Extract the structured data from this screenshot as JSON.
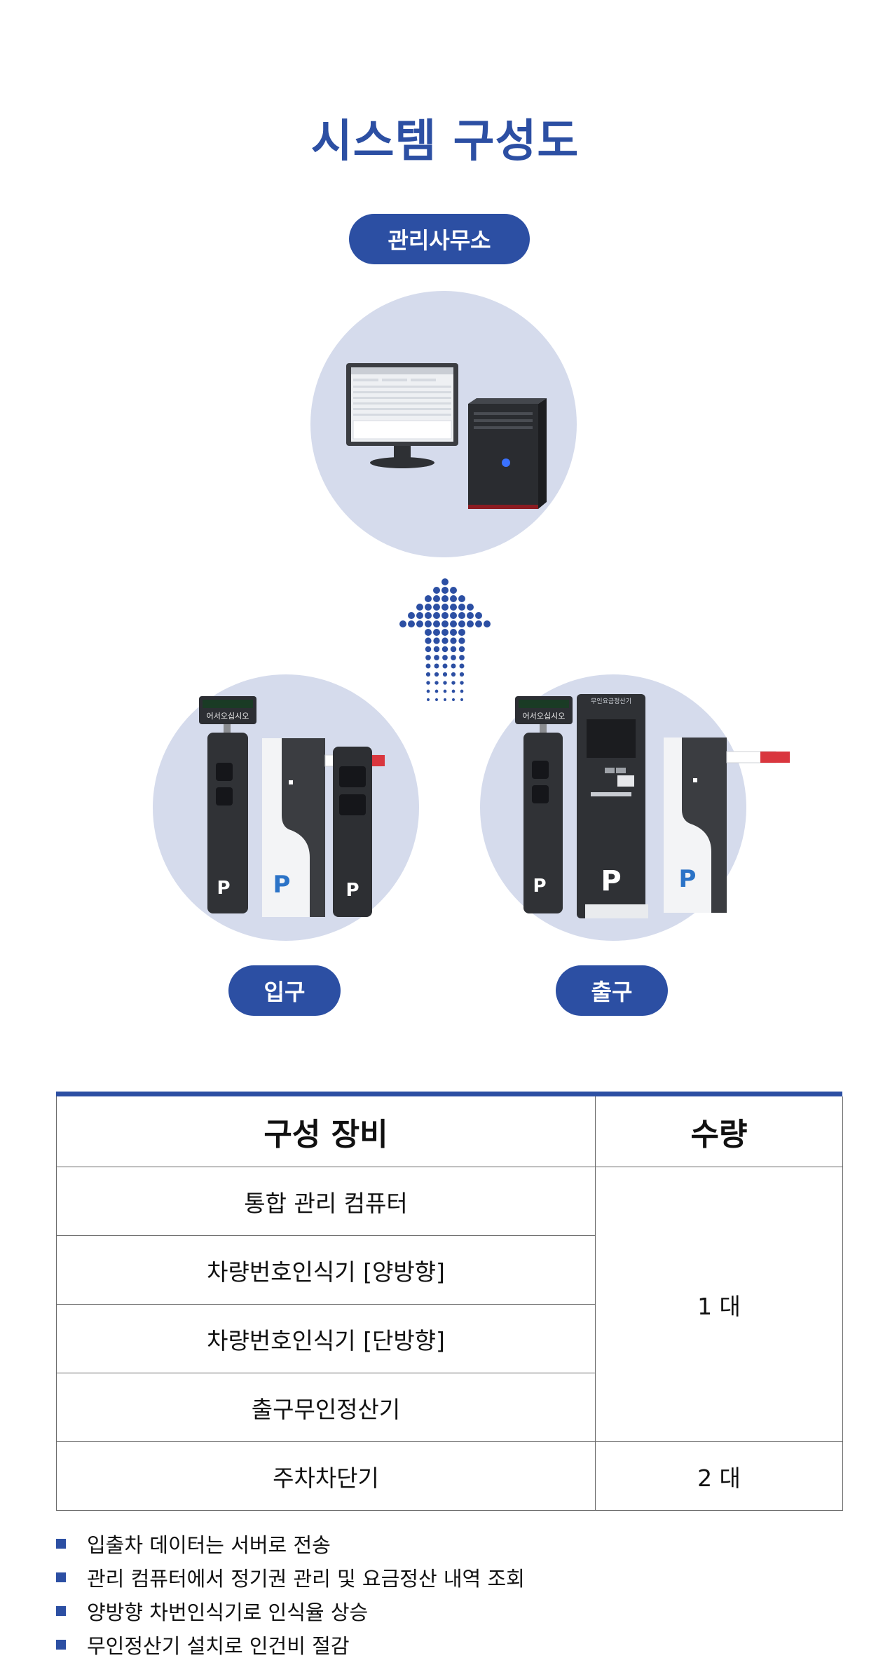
{
  "page_title": "시스템 구성도",
  "nodes": {
    "office": "관리사무소",
    "entrance": "입구",
    "exit": "출구"
  },
  "device_text": {
    "lpr_display": "어서오십시오",
    "kiosk_header": "무인요금정산기"
  },
  "table": {
    "headers": [
      "구성 장비",
      "수량"
    ],
    "rows": [
      "통합 관리 컴퓨터",
      "차량번호인식기 [양방향]",
      "차량번호인식기 [단방향]",
      "출구무인정산기",
      "주차차단기"
    ],
    "quantities": [
      "1 대",
      "2 대"
    ]
  },
  "notes": [
    "입출차 데이터는 서버로 전송",
    "관리 컴퓨터에서 정기권 관리 및 요금정산 내역 조회",
    "양방향 차번인식기로 인식율 상승",
    "무인정산기 설치로 인건비 절감"
  ],
  "colors": {
    "accent": "#2c4fa3",
    "circle_fill": "#d5dbec",
    "barrier_red": "#d9363e"
  }
}
